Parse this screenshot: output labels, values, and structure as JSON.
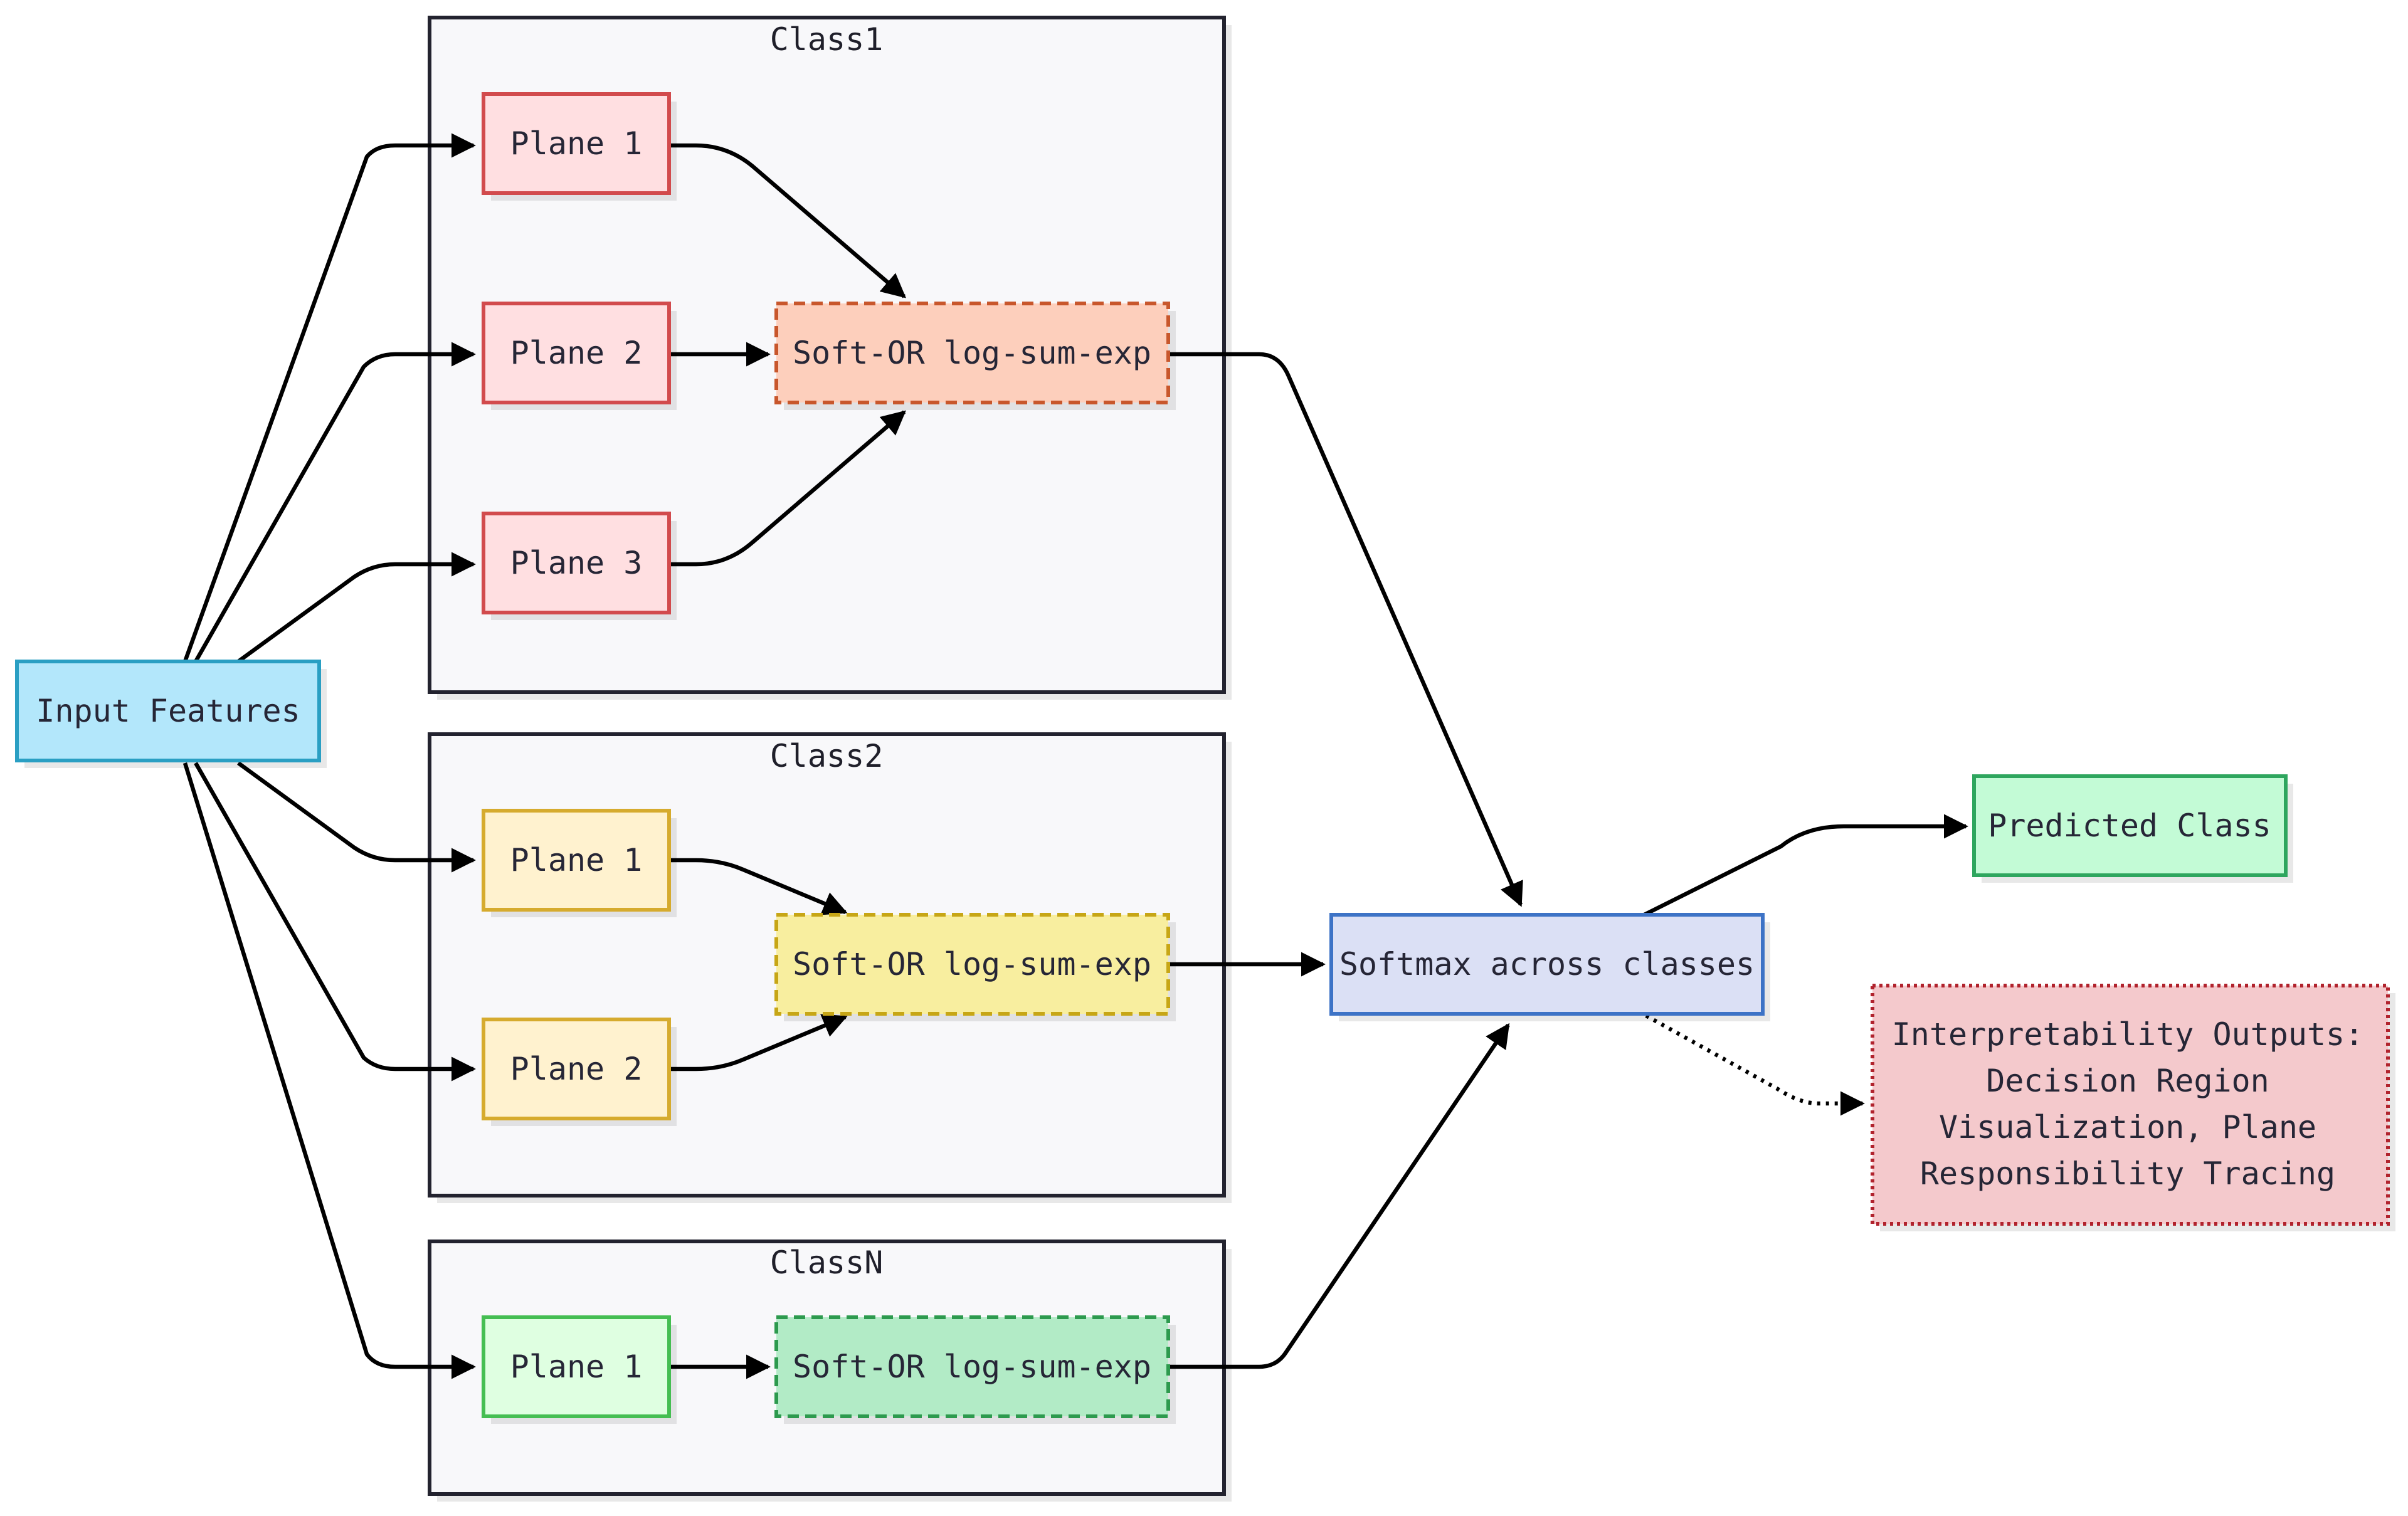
{
  "input": {
    "label": "Input Features"
  },
  "clusters": [
    {
      "title": "Class1",
      "planes": [
        "Plane 1",
        "Plane 2",
        "Plane 3"
      ],
      "softor": "Soft-OR log-sum-exp",
      "colors": {
        "plane_fill": "#ffdfe1",
        "plane_stroke": "#d24b4d",
        "softor_fill": "#fdcfbc",
        "softor_stroke": "#c8572c"
      }
    },
    {
      "title": "Class2",
      "planes": [
        "Plane 1",
        "Plane 2"
      ],
      "softor": "Soft-OR log-sum-exp",
      "colors": {
        "plane_fill": "#fff2cf",
        "plane_stroke": "#d6ab2e",
        "softor_fill": "#f8ee9f",
        "softor_stroke": "#c7a616"
      }
    },
    {
      "title": "ClassN",
      "planes": [
        "Plane 1"
      ],
      "softor": "Soft-OR log-sum-exp",
      "colors": {
        "plane_fill": "#dfffe1",
        "plane_stroke": "#45be52",
        "softor_fill": "#b2ebc6",
        "softor_stroke": "#2d9a4e"
      }
    }
  ],
  "softmax": {
    "label": "Softmax across classes"
  },
  "predicted": {
    "label": "Predicted Class"
  },
  "interpretability": {
    "lines": [
      "Interpretability Outputs:",
      "Decision Region",
      "Visualization, Plane",
      "Responsibility Tracing"
    ]
  },
  "colors": {
    "input_fill": "#b3e7fb",
    "input_stroke": "#2a9fc3",
    "softmax_fill": "#dbe0f5",
    "softmax_stroke": "#3d73c6",
    "predicted_fill": "#c3fbd6",
    "predicted_stroke": "#2ea65e",
    "interp_fill": "#f4c9cc",
    "interp_stroke": "#b1232d",
    "cluster_fill": "#f8f8fa",
    "cluster_stroke": "#23232f",
    "edge": "#000000"
  }
}
